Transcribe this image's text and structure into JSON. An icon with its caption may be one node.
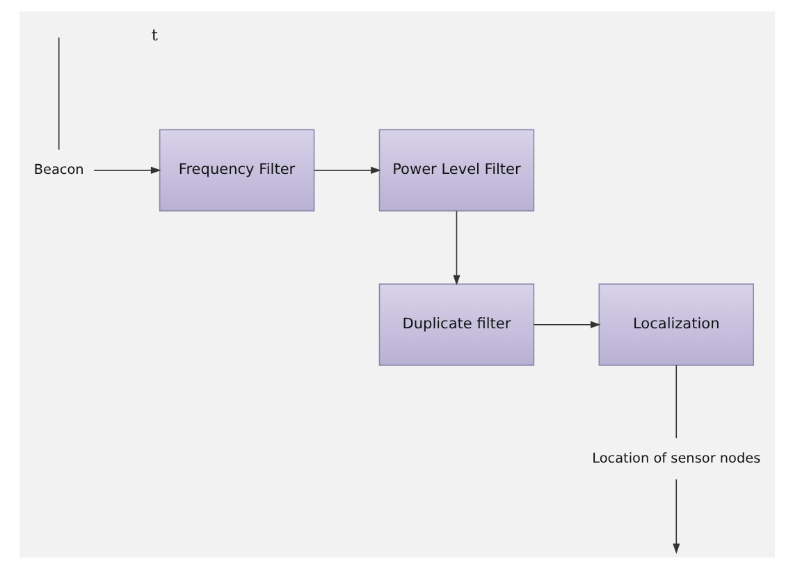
{
  "diagram": {
    "nodes": [
      {
        "text": [
          "Beacon"
        ]
      },
      {
        "text": [
          "Frequency Filter"
        ]
      },
      {
        "text": [
          "Power Level Filter"
        ]
      },
      {
        "text": [
          "Duplicate filter"
        ]
      },
      {
        "text": [
          "Localization"
        ]
      },
      {
        "text": [
          "Location of sensor nodes"
        ]
      }
    ],
    "edges": [
      {
        "from": null,
        "to": 0,
        "arrow": "none"
      },
      {
        "from": 0,
        "to": 1,
        "arrow": "to"
      },
      {
        "from": 1,
        "to": 2,
        "arrow": "to"
      },
      {
        "from": 2,
        "to": 3,
        "arrow": "to"
      },
      {
        "from": 3,
        "to": 4,
        "arrow": "to"
      },
      {
        "from": 4,
        "to": 5,
        "arrow": "none"
      },
      {
        "from": 5,
        "to": null,
        "arrow": "to"
      }
    ],
    "labels": [
      "t"
    ]
  }
}
